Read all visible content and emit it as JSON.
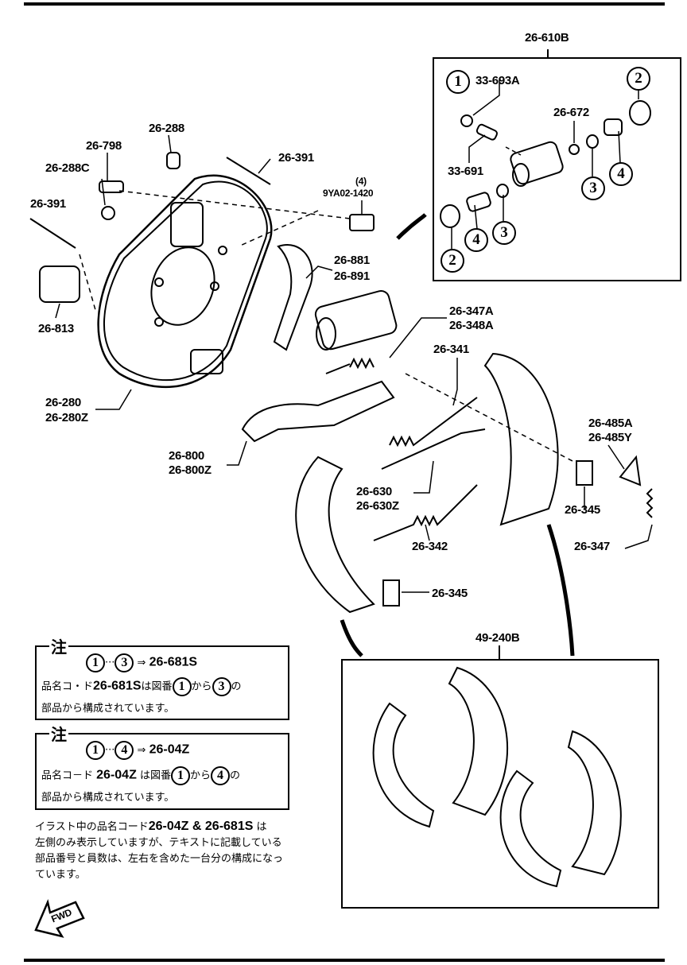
{
  "assembly_kits": {
    "wheel_cylinder": "26-610B",
    "brake_shoe_set": "49-240B"
  },
  "wheel_cylinder_parts": [
    {
      "ref": "1",
      "part": "33-693A"
    },
    {
      "ref": "2",
      "part": ""
    },
    {
      "ref": "3",
      "part": ""
    },
    {
      "ref": "4",
      "part": ""
    },
    {
      "ref": "",
      "part": "26-672"
    },
    {
      "ref": "",
      "part": "33-691"
    }
  ],
  "callout_refs": [
    "1",
    "2",
    "3",
    "4"
  ],
  "labels": {
    "p26_288": "26-288",
    "p26_798": "26-798",
    "p26_391_top": "26-391",
    "p26_288c": "26-288C",
    "bolt_qty": "(4)",
    "p9ya02_1420": "9YA02-1420",
    "p26_391_left": "26-391",
    "p26_881": "26-881",
    "p26_891": "26-891",
    "p26_813": "26-813",
    "p26_347a": "26-347A",
    "p26_348a": "26-348A",
    "p26_341": "26-341",
    "p26_280": "26-280",
    "p26_280z": "26-280Z",
    "p26_485a": "26-485A",
    "p26_485y": "26-485Y",
    "p26_800": "26-800",
    "p26_800z": "26-800Z",
    "p26_630": "26-630",
    "p26_630z": "26-630Z",
    "p26_345_right": "26-345",
    "p26_342": "26-342",
    "p26_347": "26-347",
    "p26_345_lower": "26-345"
  },
  "notes": [
    {
      "mark": "注",
      "from": "1",
      "to": "3",
      "dots": "···",
      "arrow": "⇒",
      "code": "26-681S",
      "line1_a": "品名コ・ド",
      "line1_code": "26-681S",
      "line1_b": "は図番",
      "line1_c": "から",
      "line1_d": "の",
      "line2": "部品から構成されています。"
    },
    {
      "mark": "注",
      "from": "1",
      "to": "4",
      "dots": "···",
      "arrow": "⇒",
      "code": "26-04Z",
      "line1_a": "品名コ－ド",
      "line1_code": "26-04Z",
      "line1_b": "は図番",
      "line1_c": "から",
      "line1_d": "の",
      "line2": "部品から構成されています。"
    }
  ],
  "footnote": {
    "l1_a": "イラスト中の品名コード",
    "l1_code": "26-04Z & 26-681S",
    "l1_b": "は",
    "l2": "左側のみ表示していますが、テキストに記載している",
    "l3": "部品番号と員数は、左右を含めた一台分の構成になっ",
    "l4": "ています。"
  },
  "fwd_label": "FWD"
}
